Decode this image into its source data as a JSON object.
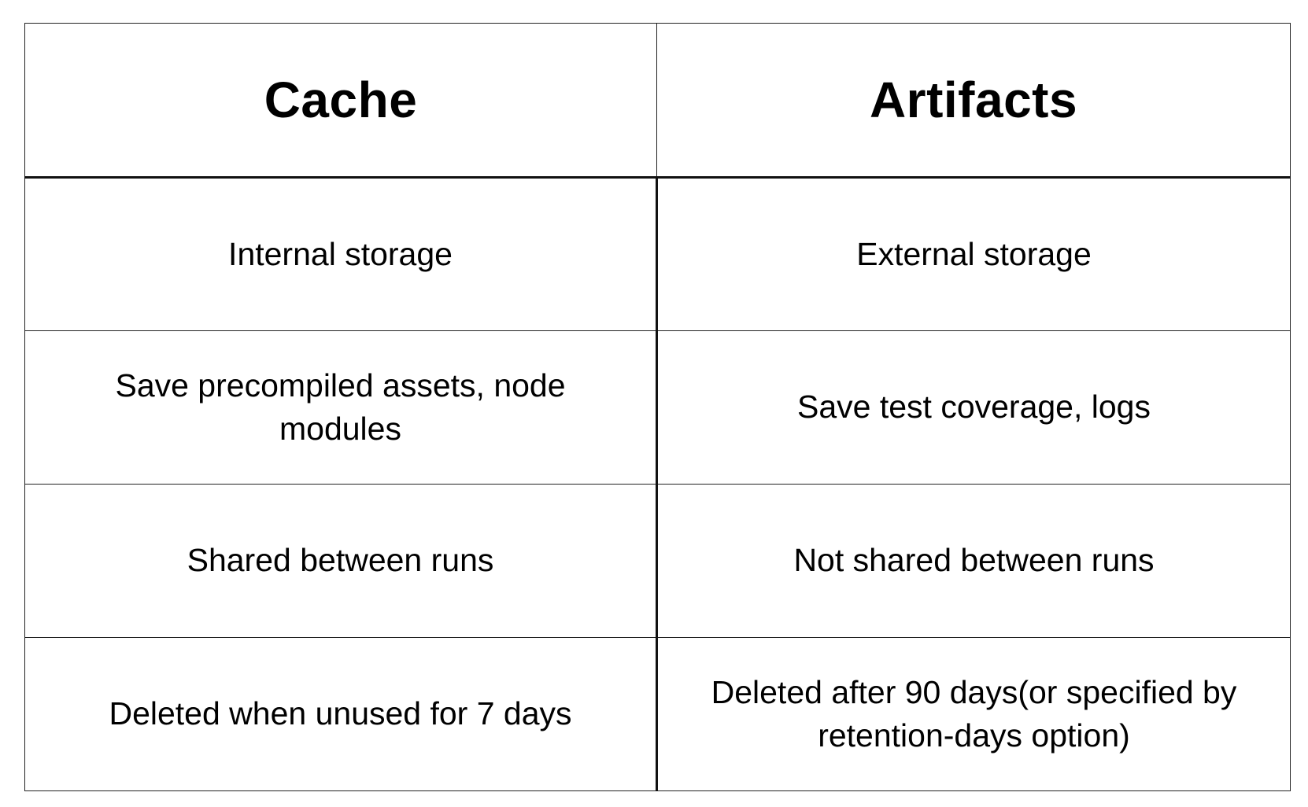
{
  "table": {
    "headers": [
      "Cache",
      "Artifacts"
    ],
    "rows": [
      [
        "Internal storage",
        "External storage"
      ],
      [
        "Save precompiled assets, node modules",
        "Save test coverage, logs"
      ],
      [
        "Shared between runs",
        "Not shared between runs"
      ],
      [
        "Deleted when unused for 7 days",
        "Deleted after 90 days(or specified by retention-days option)"
      ]
    ]
  },
  "colors": {
    "background": "#ffffff",
    "text": "#000000",
    "border": "#222222"
  }
}
